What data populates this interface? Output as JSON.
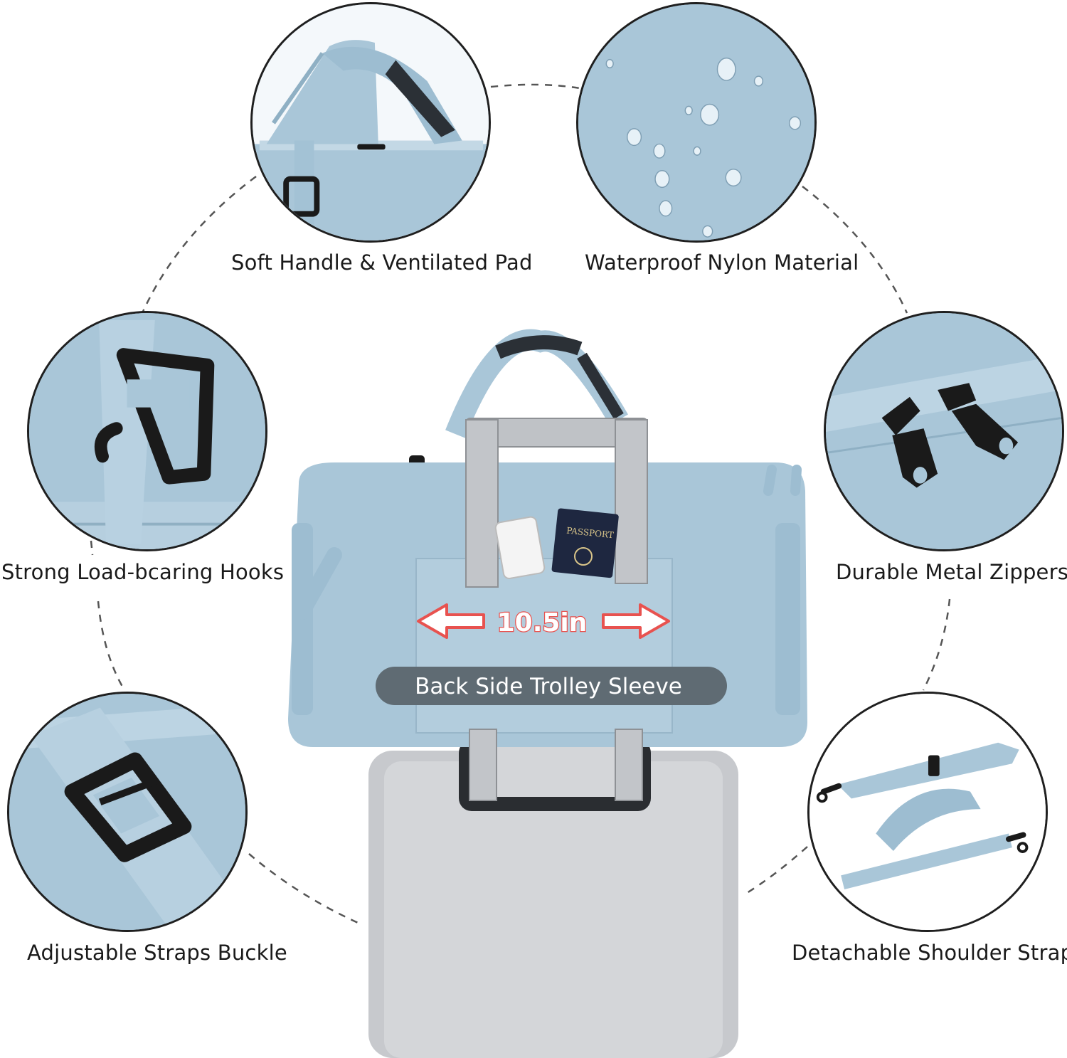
{
  "features": [
    {
      "id": "handle",
      "label": "Soft Handle & Ventilated Pad",
      "icon": "handle-pad-icon"
    },
    {
      "id": "material",
      "label": "Waterproof Nylon Material",
      "icon": "water-droplets-icon"
    },
    {
      "id": "hooks",
      "label": "Strong Load-bcaring Hooks",
      "icon": "hook-buckle-icon"
    },
    {
      "id": "zippers",
      "label": "Durable Metal Zippers",
      "icon": "zipper-pulls-icon"
    },
    {
      "id": "buckle",
      "label": "Adjustable Straps Buckle",
      "icon": "strap-buckle-icon"
    },
    {
      "id": "strap",
      "label": "Detachable Shoulder Strap",
      "icon": "shoulder-strap-icon"
    }
  ],
  "center": {
    "measurement": "10.5in",
    "banner": "Back Side Trolley Sleeve",
    "passport_text": "PASSPORT"
  },
  "colors": {
    "bag_blue": "#a9c6d8",
    "bag_shadow": "#8fb0c4",
    "suitcase_silver": "#c7c9cd",
    "banner_bg": "#5f6b73",
    "arrow_red": "#e8524f",
    "outline": "#1f1f1f"
  }
}
